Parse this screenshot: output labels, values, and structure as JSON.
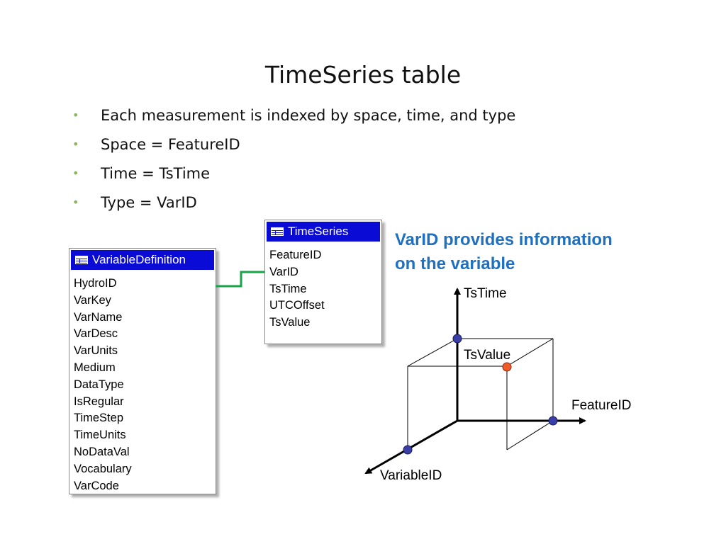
{
  "slide": {
    "title": "TimeSeries table",
    "bullets": [
      "Each measurement is indexed by space, time, and type",
      "Space = FeatureID",
      "Time  = TsTime",
      "Type = VarID"
    ]
  },
  "tables": {
    "timeseries": {
      "name": "TimeSeries",
      "fields": [
        "FeatureID",
        "VarID",
        "TsTime",
        "UTCOffset",
        "TsValue"
      ]
    },
    "variable_definition": {
      "name": "VariableDefinition",
      "fields": [
        "HydroID",
        "VarKey",
        "VarName",
        "VarDesc",
        "VarUnits",
        "Medium",
        "DataType",
        "IsRegular",
        "TimeStep",
        "TimeUnits",
        "NoDataVal",
        "Vocabulary",
        "VarCode"
      ]
    }
  },
  "callout": {
    "line1": "VarID provides information",
    "line2": "on the variable"
  },
  "cube": {
    "labels": {
      "tstime": "TsTime",
      "tsvalue": "TsValue",
      "featureid": "FeatureID",
      "variableid": "VariableID"
    }
  },
  "colors": {
    "table_header": "#0b0bd6",
    "relationship_line": "#1aa34a",
    "callout_text": "#1f70c1",
    "axis_point": "#3a3fa8",
    "value_point": "#f05a28",
    "bullet": "#8cb45a"
  }
}
